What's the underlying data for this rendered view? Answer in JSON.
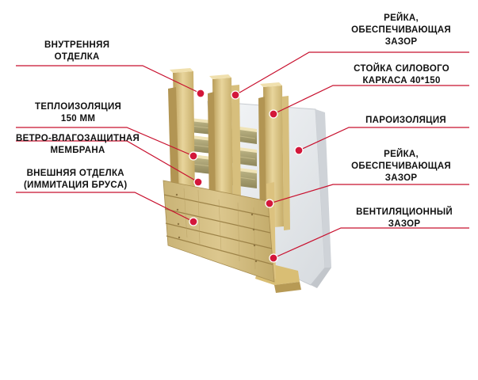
{
  "labels": {
    "inner_finish": [
      "ВНУТРЕННЯЯ",
      "ОТДЕЛКА"
    ],
    "insulation": [
      "ТЕПЛОИЗОЛЯЦИЯ",
      "150 ММ"
    ],
    "wind_membrane": [
      "ВЕТРО-ВЛАГОЗАЩИТНАЯ",
      "МЕМБРАНА"
    ],
    "outer_finish": [
      "ВНЕШНЯЯ ОТДЕЛКА",
      "(ИММИТАЦИЯ БРУСА)"
    ],
    "batten_top": [
      "РЕЙКА,",
      "ОБЕСПЕЧИВАЮЩАЯ",
      "ЗАЗОР"
    ],
    "frame_post": [
      "СТОЙКА СИЛОВОГО",
      "КАРКАСА 40*150"
    ],
    "vapor_barrier": [
      "ПАРОИЗОЛЯЦИЯ"
    ],
    "batten_bottom": [
      "РЕЙКА,",
      "ОБЕСПЕЧИВАЮЩАЯ",
      "ЗАЗОР"
    ],
    "vent_gap": [
      "ВЕНТИЛЯЦИОННЫЙ",
      "ЗАЗОР"
    ]
  },
  "colors": {
    "leader_line": "#c8102e",
    "marker_fill": "#d3173a",
    "wood_light": "#e3cf93",
    "wood_mid": "#cdb36f",
    "wood_dark": "#a88d4e",
    "insulation": "#a9a06f",
    "membrane": "#eceef0"
  }
}
